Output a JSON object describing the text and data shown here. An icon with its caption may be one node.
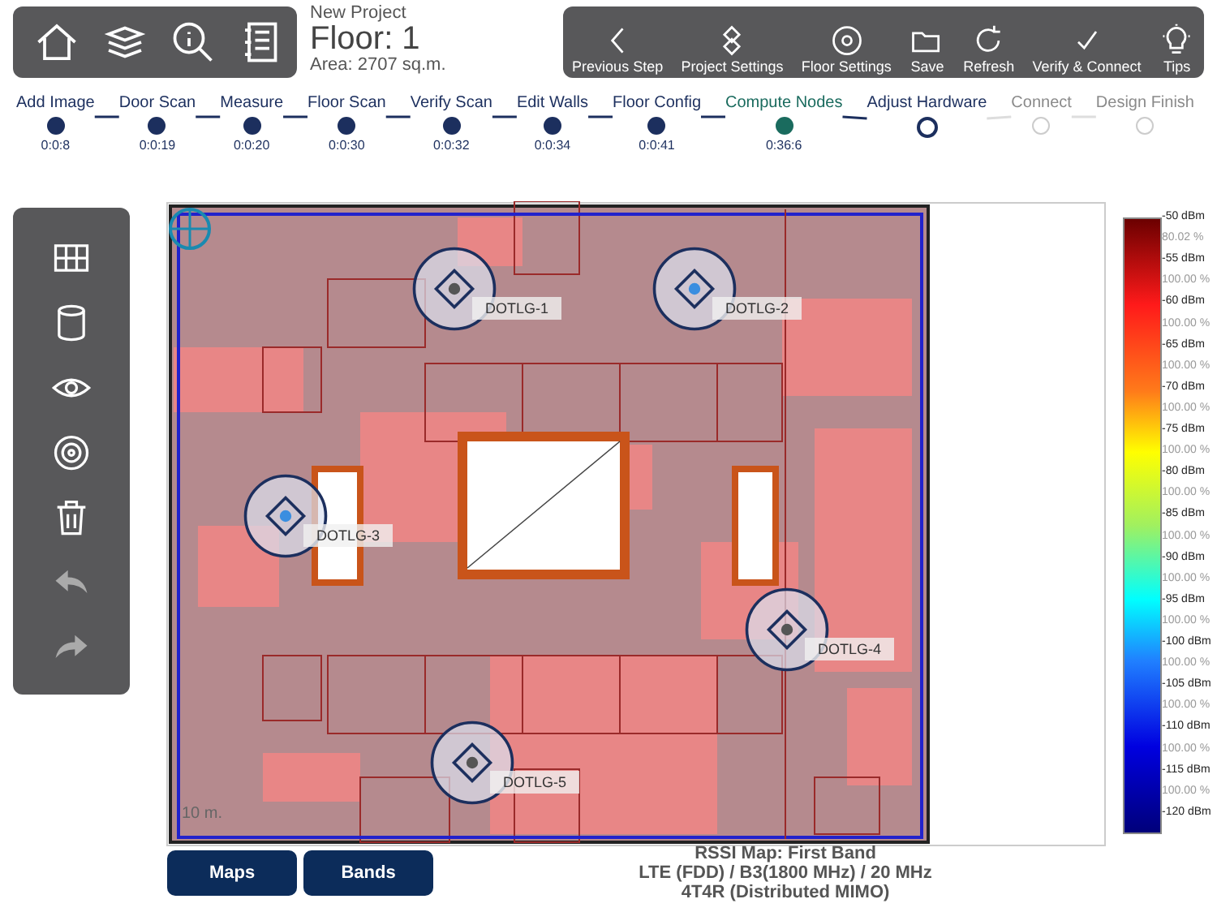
{
  "diagram": {
    "nodes": [
      {
        "text": [
          "Add Image"
        ],
        "beside": [
          "0:0:8"
        ]
      },
      {
        "text": [
          "Door Scan"
        ],
        "beside": [
          "0:0:19"
        ]
      },
      {
        "text": [
          "Measure"
        ],
        "beside": [
          "0:0:20"
        ]
      },
      {
        "text": [
          "Floor Scan"
        ],
        "beside": [
          "0:0:30"
        ]
      },
      {
        "text": [
          "Verify Scan"
        ],
        "beside": [
          "0:0:32"
        ]
      },
      {
        "text": [
          "Edit Walls"
        ],
        "beside": [
          "0:0:34"
        ]
      },
      {
        "text": [
          "Floor Config"
        ],
        "beside": [
          "0:0:41"
        ]
      },
      {
        "text": [
          "Compute Nodes"
        ],
        "beside": [
          "0:36:6"
        ]
      },
      {
        "text": [
          "Adjust Hardware"
        ]
      },
      {
        "text": [
          "Connect"
        ]
      },
      {
        "text": [
          "Design Finish"
        ]
      },
      {
        "text": [
          "DOTLG-1"
        ]
      },
      {
        "text": [
          "DOTLG-2"
        ]
      },
      {
        "text": [
          "DOTLG-3"
        ]
      },
      {
        "text": [
          "DOTLG-4"
        ]
      },
      {
        "text": [
          "DOTLG-5"
        ]
      },
      {
        "text": [],
        "shape": "bar"
      }
    ],
    "edges": [
      {
        "from": 0,
        "to": 1,
        "arrow": "none"
      },
      {
        "from": 1,
        "to": 2,
        "arrow": "none"
      },
      {
        "from": 2,
        "to": 3,
        "arrow": "none"
      },
      {
        "from": 3,
        "to": 4,
        "arrow": "none"
      },
      {
        "from": 4,
        "to": 5,
        "arrow": "none"
      },
      {
        "from": 5,
        "to": 6,
        "arrow": "none"
      },
      {
        "from": 6,
        "to": 7,
        "arrow": "none"
      },
      {
        "from": 7,
        "to": 8,
        "arrow": "none"
      },
      {
        "from": 8,
        "to": 9,
        "arrow": "none",
        "color": "#dddddd"
      },
      {
        "from": 9,
        "to": 10,
        "arrow": "none",
        "color": "#dddddd"
      }
    ],
    "labels": [
      "New Project",
      "Floor: 1",
      "Area: 2707 sq.m.",
      "Previous Step",
      "Project Settings",
      "Floor Settings",
      "Save",
      "Refresh",
      "Verify & Connect",
      "Tips",
      "10 m.",
      "-50 dBm",
      "80.02 %",
      "-55 dBm",
      "100.00 %",
      "-60 dBm",
      "100.00 %",
      "-65 dBm",
      "100.00 %",
      "-70 dBm",
      "100.00 %",
      "-75 dBm",
      "100.00 %",
      "-80 dBm",
      "100.00 %",
      "-85 dBm",
      "100.00 %",
      "-90 dBm",
      "100.00 %",
      "-95 dBm",
      "100.00 %",
      "-100 dBm",
      "100.00 %",
      "-105 dBm",
      "100.00 %",
      "-110 dBm",
      "100.00 %",
      "-115 dBm",
      "100.00 %",
      "-120 dBm",
      "Maps",
      "Bands",
      "RSSI Map: First Band",
      "LTE (FDD) / B3(1800 MHz) / 20 MHz",
      "4T4R (Distributed MIMO)"
    ]
  }
}
